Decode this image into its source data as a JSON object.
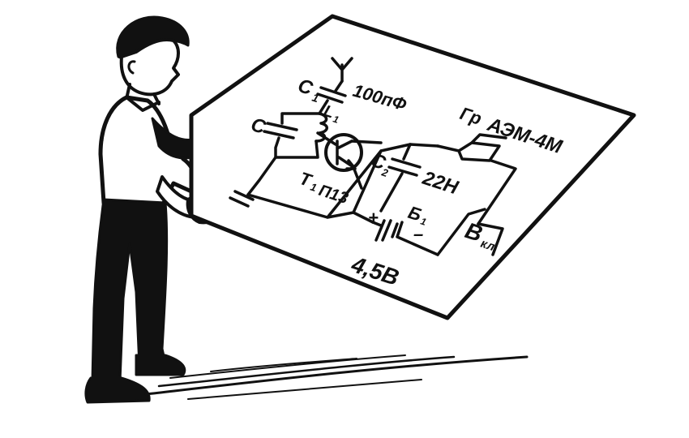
{
  "colors": {
    "ink": "#111111",
    "paper": "#ffffff"
  },
  "schematic": {
    "c1": {
      "letter": "C",
      "sub": "1",
      "value": "100пФ"
    },
    "coil": {
      "letter": "L",
      "sub": "1"
    },
    "c_tuning": {
      "letter": "C"
    },
    "c2": {
      "letter": "C",
      "sub": "2",
      "value": "22Н"
    },
    "transistor": {
      "letter": "T",
      "sub": "1",
      "model": "П13"
    },
    "phones": {
      "letter": "Гр",
      "model": "АЭМ-4М"
    },
    "battery": {
      "letter": "Б",
      "sub": "1",
      "plus": "+",
      "minus": "–",
      "voltage": "4,5В"
    },
    "switch": {
      "letter": "В",
      "sub": "кл"
    }
  }
}
